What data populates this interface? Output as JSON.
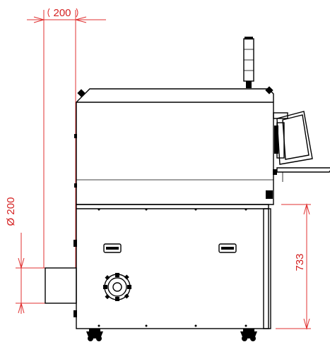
{
  "dimensions": {
    "exhaust_offset": "200",
    "exhaust_diameter": "Ø 200",
    "lower_height": "733"
  },
  "colors": {
    "dimension_line": "#e03030",
    "dimension_text": "#d42020",
    "outline": "#000000"
  }
}
